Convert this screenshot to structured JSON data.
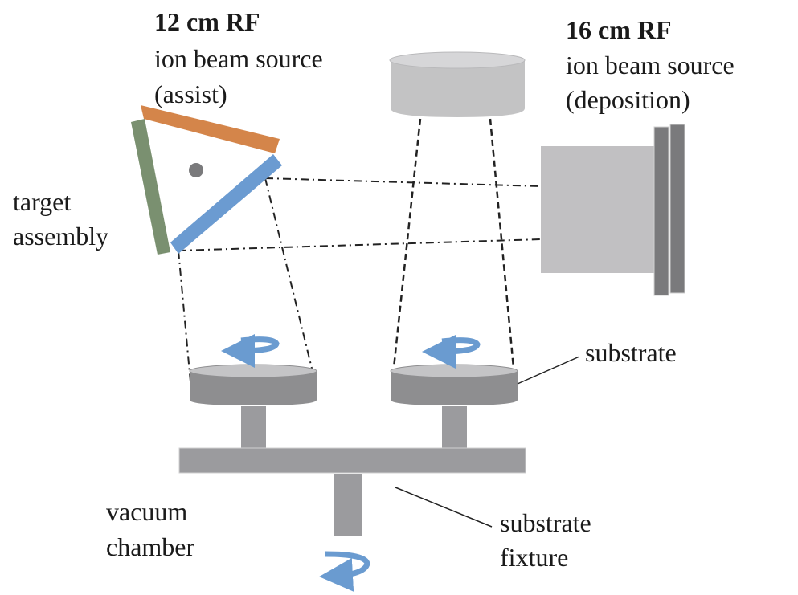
{
  "labels": {
    "assist_source": [
      "12 cm RF",
      "ion beam source",
      "(assist)"
    ],
    "deposition_source": [
      "16 cm RF",
      "ion beam source",
      "(deposition)"
    ],
    "target_assembly": [
      "target",
      "assembly"
    ],
    "substrate": "substrate",
    "vacuum_chamber": [
      "vacuum",
      "chamber"
    ],
    "substrate_fixture": [
      "substrate",
      "fixture"
    ]
  },
  "colors": {
    "target_orange": "#d4854a",
    "target_blue": "#6b9bd1",
    "target_green": "#7a9070",
    "rotation_arrow": "#6a9bd0",
    "source_light_gray": "#c3c3c4",
    "source_dark_gray": "#7a7a7c",
    "substrate_gray": "#8e8e90",
    "substrate_top": "#c4c4c6",
    "fixture_gray": "#9b9b9e",
    "text": "#1a1a1a"
  }
}
